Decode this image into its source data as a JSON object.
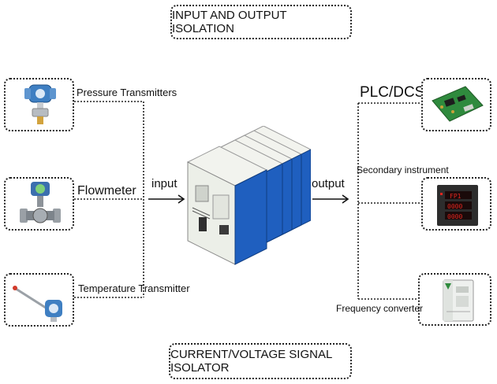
{
  "titles": {
    "top": "INPUT AND OUTPUT ISOLATION",
    "bottom": "CURRENT/VOLTAGE SIGNAL ISOLATOR"
  },
  "inputs": [
    {
      "label": "Pressure Transmitters",
      "icon": "pressure-transmitter-icon"
    },
    {
      "label": "Flowmeter",
      "icon": "flowmeter-icon"
    },
    {
      "label": "Temperature Transmitter",
      "icon": "temperature-transmitter-icon"
    }
  ],
  "outputs": [
    {
      "label": "PLC/DCS",
      "icon": "plc-board-icon"
    },
    {
      "label": "Secondary instrument",
      "icon": "panel-meter-icon"
    },
    {
      "label": "Frequency converter",
      "icon": "frequency-converter-icon"
    }
  ],
  "center": {
    "input_label": "input",
    "output_label": "output",
    "device_icon": "signal-isolator-icon",
    "meter_readings": [
      "FP1",
      "0000",
      "0000"
    ]
  },
  "colors": {
    "module_accent": "#1f5fbf",
    "module_body": "#ecefe8",
    "pcb_green": "#2f8a3d",
    "meter_red": "#e2261f"
  }
}
